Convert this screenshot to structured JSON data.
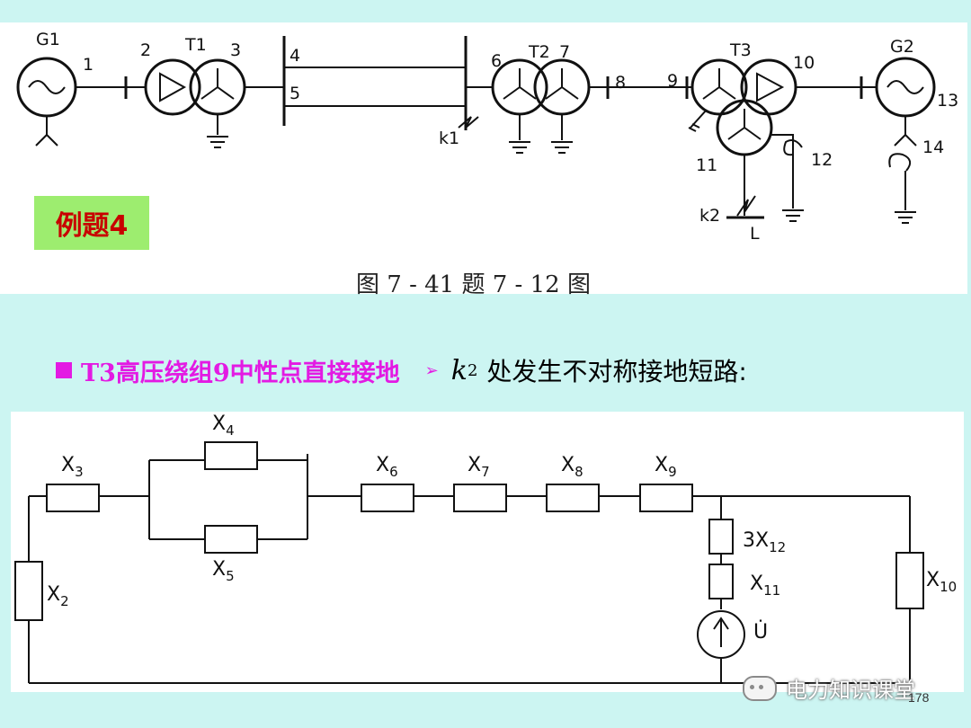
{
  "top_diagram": {
    "labels": {
      "g1": "G1",
      "n1": "1",
      "n2": "2",
      "t1": "T1",
      "n3": "3",
      "n4": "4",
      "n5": "5",
      "k1": "k1",
      "n6": "6",
      "t2": "T2",
      "n7": "7",
      "n8": "8",
      "n9": "9",
      "t3": "T3",
      "n10": "10",
      "n11": "11",
      "n12": "12",
      "k2": "k2",
      "l": "L",
      "g2": "G2",
      "n13": "13",
      "n14": "14"
    },
    "badge": "例题4",
    "caption": "图 7 - 41    题 7 - 12 图"
  },
  "note": {
    "text": "T3高压绕组9中性点直接接地",
    "k_symbol": "k",
    "k_subscript": "2",
    "fault_text": "处发生不对称接地短路:"
  },
  "equivalent_circuit": {
    "x2": "X",
    "x2_sub": "2",
    "x3": "X",
    "x3_sub": "3",
    "x4": "X",
    "x4_sub": "4",
    "x5": "X",
    "x5_sub": "5",
    "x6": "X",
    "x6_sub": "6",
    "x7": "X",
    "x7_sub": "7",
    "x8": "X",
    "x8_sub": "8",
    "x9": "X",
    "x9_sub": "9",
    "x12": "3X",
    "x12_sub": "12",
    "x11": "X",
    "x11_sub": "11",
    "x10": "X",
    "x10_sub": "10",
    "source": "U̇"
  },
  "watermark": "电力知识课堂",
  "slide_number": "178",
  "colors": {
    "background": "#ccf5f2",
    "accent_magenta": "#e31ae3",
    "badge_green": "#9ded6f",
    "badge_red": "#c80000"
  }
}
